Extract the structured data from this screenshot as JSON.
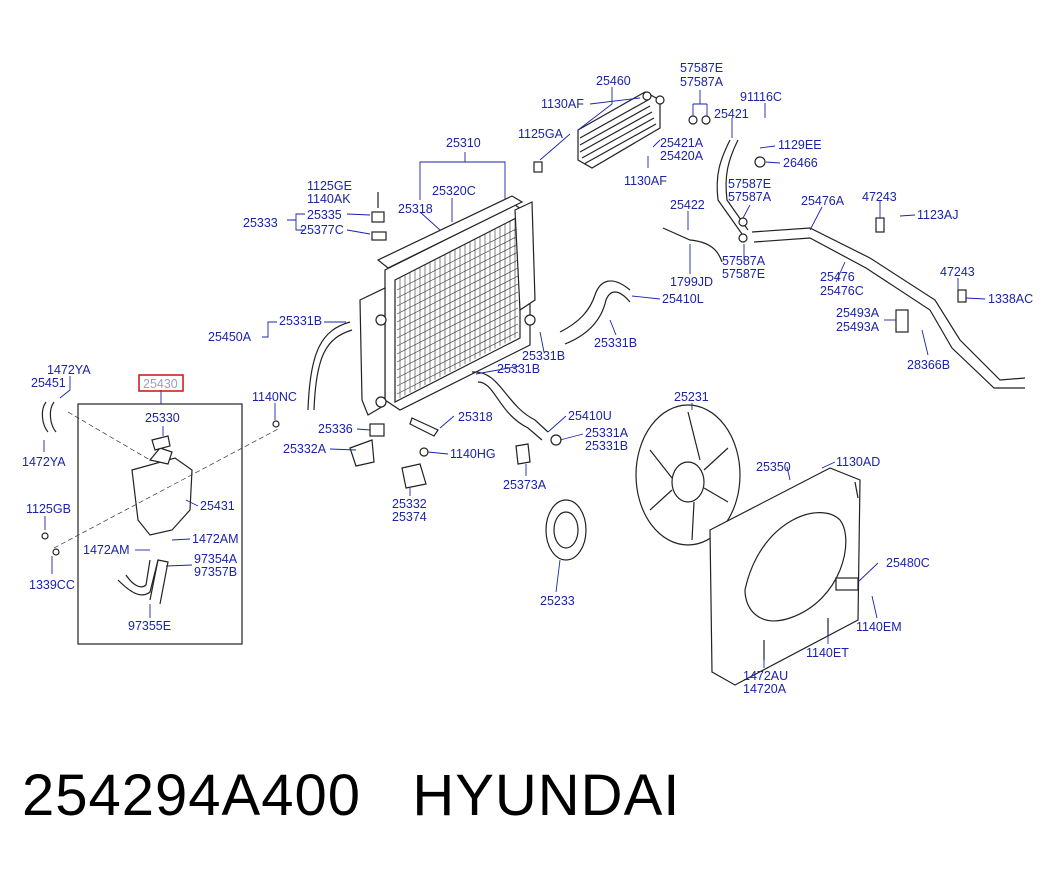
{
  "highlighted_part": "25430",
  "caption": {
    "part_number": "254294A400",
    "brand": "HYUNDAI"
  },
  "colors": {
    "label": "#1b23a8",
    "highlight_box": "#cc1111",
    "line": "#222222"
  },
  "labels": {
    "l25460": "25460",
    "l57587E_a": "57587E",
    "l57587A_a": "57587A",
    "l1130AF_a": "1130AF",
    "l91116C": "91116C",
    "l25421": "25421",
    "l1125GA": "1125GA",
    "l25421A": "25421A",
    "l25420A": "25420A",
    "l1129EE": "1129EE",
    "l26466": "26466",
    "l25310": "25310",
    "l1130AF_b": "1130AF",
    "l57587E_b": "57587E",
    "l57587A_b": "57587A",
    "l1125GE": "1125GE",
    "l25320C": "25320C",
    "l1140AK": "1140AK",
    "l25318_a": "25318",
    "l25422": "25422",
    "l25476A": "25476A",
    "l47243_a": "47243",
    "l1123AJ": "1123AJ",
    "l25333": "25333",
    "l25335": "25335",
    "l25377C": "25377C",
    "l1799JD": "1799JD",
    "l57587A_c": "57587A",
    "l57587E_c": "57587E",
    "l25476": "25476",
    "l25476C": "25476C",
    "l47243_b": "47243",
    "l1338AC": "1338AC",
    "l25410L": "25410L",
    "l25331B_a": "25331B",
    "l25450A": "25450A",
    "l25493A_a": "25493A",
    "l25493A_b": "25493A",
    "l25331B_b": "25331B",
    "l25331B_c": "25331B",
    "l28366B": "28366B",
    "l1472YA_a": "1472YA",
    "l25331B_d": "25331B",
    "l25451": "25451",
    "l25430": "25430",
    "l1140NC": "1140NC",
    "l25231": "25231",
    "l25330": "25330",
    "l25318_b": "25318",
    "l25410U": "25410U",
    "l25336": "25336",
    "l25331A": "25331A",
    "l25331B_e": "25331B",
    "l25332A": "25332A",
    "l1140HG": "1140HG",
    "l1472YA_b": "1472YA",
    "l1130AD": "1130AD",
    "l25350": "25350",
    "l25431": "25431",
    "l25373A": "25373A",
    "l1125GB": "1125GB",
    "l25332": "25332",
    "l25374": "25374",
    "l1472AM_a": "1472AM",
    "l1472AM_b": "1472AM",
    "l97354A": "97354A",
    "l97357B": "97357B",
    "l25480C": "25480C",
    "l1339CC": "1339CC",
    "l25233": "25233",
    "l97355E": "97355E",
    "l1140EM": "1140EM",
    "l1140ET": "1140ET",
    "l1472AU": "1472AU",
    "l14720A": "14720A"
  }
}
